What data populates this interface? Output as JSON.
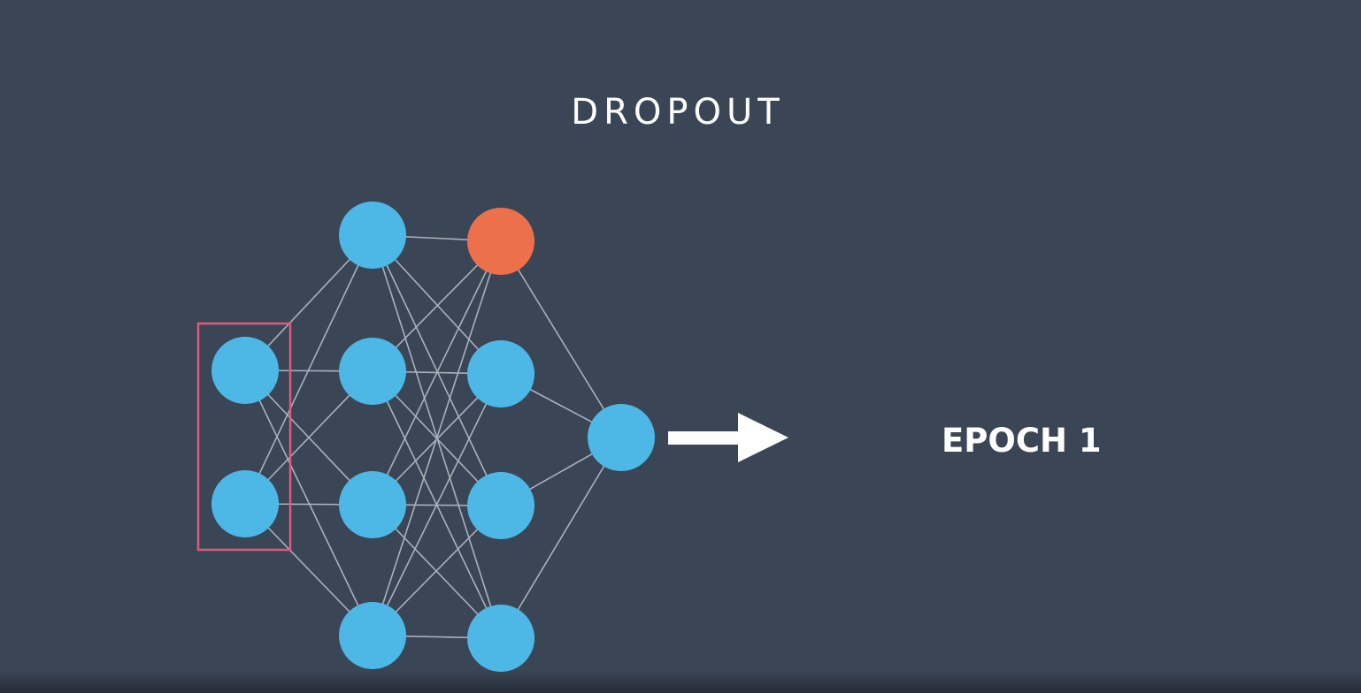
{
  "title": "DROPOUT",
  "epoch_label": "EPOCH 1",
  "colors": {
    "background": "#3a4555",
    "node_active": "#4db8e6",
    "node_dropped": "#ec704c",
    "edge": "#a9b1bb",
    "highlight_box": "#e0597f",
    "arrow": "#ffffff",
    "text": "#ffffff"
  },
  "network": {
    "layers": [
      {
        "name": "input",
        "nodes": [
          "active",
          "active"
        ]
      },
      {
        "name": "hidden-1",
        "nodes": [
          "active",
          "active",
          "active",
          "active"
        ]
      },
      {
        "name": "hidden-2",
        "nodes": [
          "dropped",
          "active",
          "active",
          "active"
        ]
      },
      {
        "name": "output",
        "nodes": [
          "active"
        ]
      }
    ],
    "highlighted_layer": "input"
  }
}
